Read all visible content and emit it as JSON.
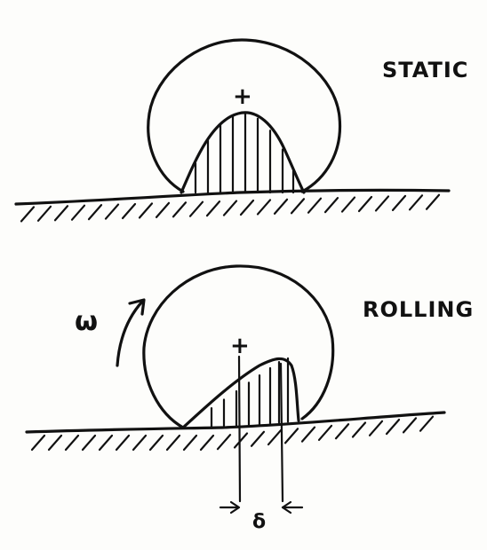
{
  "static_label": "STATIC",
  "rolling_label": "ROLLING",
  "omega_label": "ω",
  "delta_label": "δ",
  "center_mark": "+"
}
